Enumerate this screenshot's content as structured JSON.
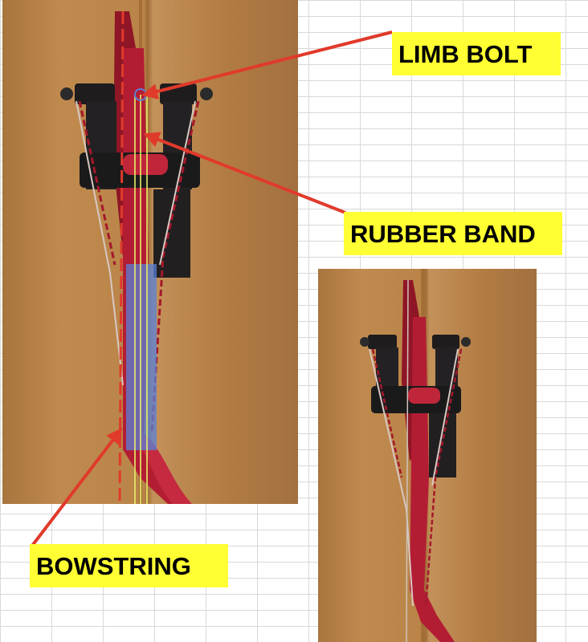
{
  "labels": {
    "limb_bolt": "LIMB BOLT",
    "rubber_band": "RUBBER BAND",
    "bowstring": "BOWSTRING"
  },
  "colors": {
    "label_background": "#ffff33",
    "callout_arrow": "#e03a2b",
    "bowstring_guide": "#e03a2b",
    "rubber_band_guide": "#e8f06a",
    "limb_bolt_marker": "#5a7fd6",
    "highlight_region": "#5a82d8",
    "riser": "#b31d33",
    "limb_pocket": "#1e1c1d",
    "wood_background": "#b8854b"
  },
  "icons": {
    "callout": "arrow-icon"
  }
}
